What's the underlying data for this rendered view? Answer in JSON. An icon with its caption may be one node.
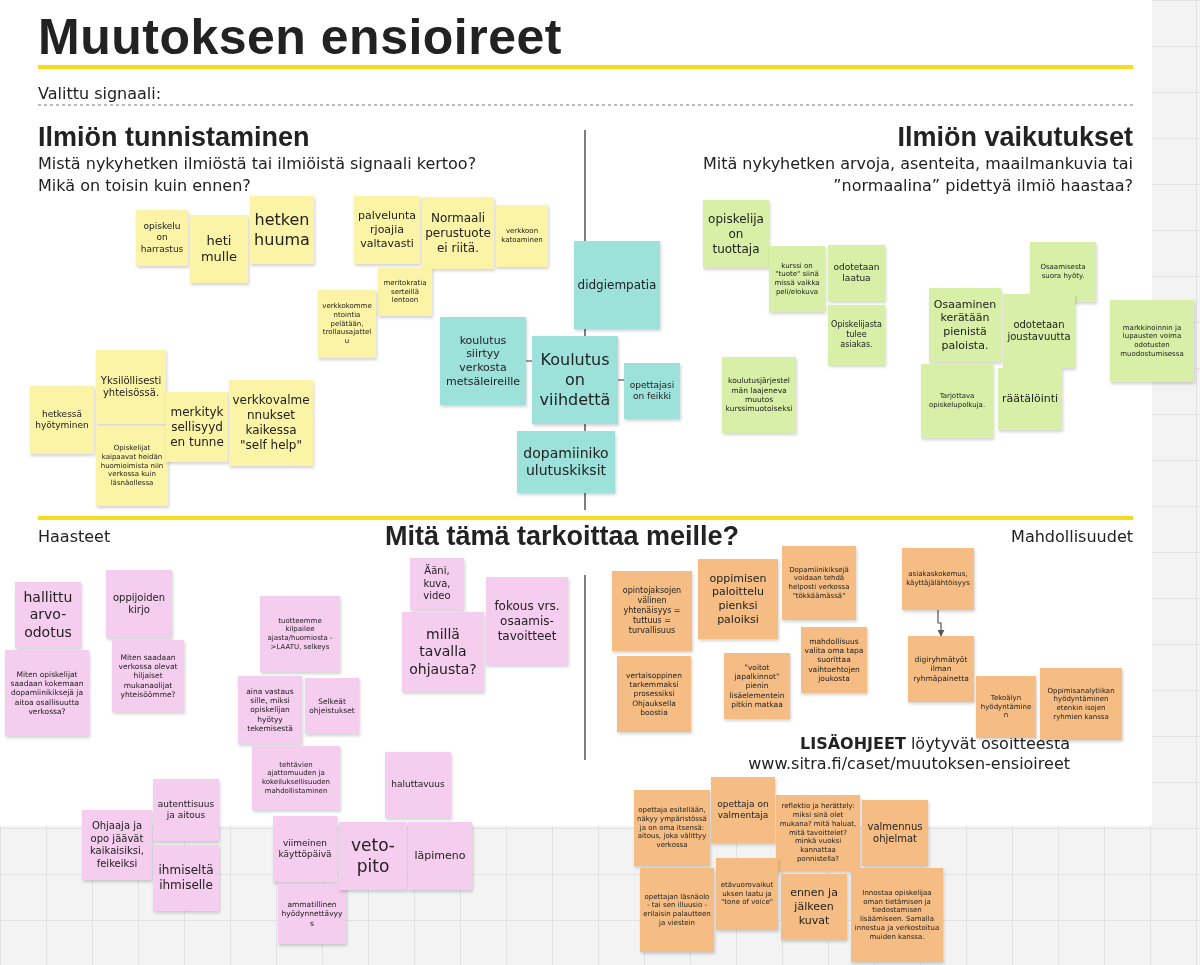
{
  "diagram": {
    "title": "Muutoksen ensioireet",
    "nodes": [
      {
        "text": [
          "opiskelu on harrastus"
        ]
      },
      {
        "text": [
          "heti mulle"
        ]
      },
      {
        "text": [
          "hetken huuma"
        ]
      },
      {
        "text": [
          "palveluntarjoajia valtavasti"
        ]
      },
      {
        "text": [
          "Normaali perustuote ei riitä."
        ]
      },
      {
        "text": [
          "verkkoon katoaminen"
        ]
      },
      {
        "text": [
          "meritokratia serteillä lentoon"
        ]
      },
      {
        "text": [
          "verkkokommentointia pelätään, trollausajattelu"
        ]
      },
      {
        "text": [
          "hetkessä hyötyminen"
        ]
      },
      {
        "text": [
          "Yksilöllisesti yhteisössä."
        ]
      },
      {
        "text": [
          "Opiskelijat kaipaavat heidän huomioimista niin verkossa kuin läsnäollessa"
        ]
      },
      {
        "text": [
          "merkityksellisyyden tunne"
        ]
      },
      {
        "text": [
          "verkkovalmennukset kaikessa \"self help\""
        ]
      },
      {
        "text": [
          "didgiempatia"
        ]
      },
      {
        "text": [
          "koulutus siirtyy verkosta metsäleireille"
        ]
      },
      {
        "text": [
          "Koulutus on viihdettä"
        ]
      },
      {
        "text": [
          "opettajasi on feikki"
        ]
      },
      {
        "text": [
          "dopamiinikoulutuskiksit"
        ]
      },
      {
        "text": [
          "opiskelija on tuottaja"
        ]
      },
      {
        "text": [
          "kurssi on \"tuote\" siinä missä vaikka peli/elokuva"
        ]
      },
      {
        "text": [
          "odotetaan laatua"
        ]
      },
      {
        "text": [
          "Opiskelijasta tulee asiakas."
        ]
      },
      {
        "text": [
          "koulutusjärjestelmän laajeneva muutos kurssimuotoiseksi"
        ]
      },
      {
        "text": [
          "Osaamisesta suora hyöty."
        ]
      },
      {
        "text": [
          "Osaaminen kerätään pienistä paloista."
        ]
      },
      {
        "text": [
          "odotetaan joustavuutta"
        ]
      },
      {
        "text": [
          "Tarjottava opiskelupolkuja."
        ]
      },
      {
        "text": [
          "räätälöinti"
        ]
      },
      {
        "text": [
          "markkinoinnin ja lupausten voima odotusten muodostumisessa"
        ]
      },
      {
        "text": [
          "hallittu arvo-odotus"
        ]
      },
      {
        "text": [
          "Miten opiskelijat saadaan kokemaan dopamiinikiksejä ja aitoa osallisuutta verkossa?"
        ]
      },
      {
        "text": [
          "oppijoiden kirjo"
        ]
      },
      {
        "text": [
          "Miten saadaan verkossa olevat hiljaiset mukanaolijat yhteisöömme?"
        ]
      },
      {
        "text": [
          "tuotteemme kilpailee ajasta/huomiosta ->LAATU, selkeys"
        ]
      },
      {
        "text": [
          "aina vastaus sille, miksi opiskelijan hyötyy tekemisestä"
        ]
      },
      {
        "text": [
          "Selkeät ohjeistukset"
        ]
      },
      {
        "text": [
          "Ääni, kuva, video"
        ]
      },
      {
        "text": [
          "millä tavalla ohjausta?"
        ]
      },
      {
        "text": [
          "fokous vrs. osaamis-tavoitteet"
        ]
      },
      {
        "text": [
          "Ohjaaja ja opo jäävät kaikaisiksi, feikeiksi"
        ]
      },
      {
        "text": [
          "autenttisuus ja aitous"
        ]
      },
      {
        "text": [
          "ihmiseltä ihmiselle"
        ]
      },
      {
        "text": [
          "tehtävien ajattomuuden ja kokeiluksellisuuden mahdollistaminen"
        ]
      },
      {
        "text": [
          "viimeinen käyttöpäivä"
        ]
      },
      {
        "text": [
          "ammatillinen hyödynnettävyys"
        ]
      },
      {
        "text": [
          "veto-pito"
        ]
      },
      {
        "text": [
          "haluttavuus"
        ]
      },
      {
        "text": [
          "läpimeno"
        ]
      },
      {
        "text": [
          "opintojaksojen välinen yhtenäisyys = tuttuus = turvallisuus"
        ]
      },
      {
        "text": [
          "oppimisen paloittelu pienksi paloiksi"
        ]
      },
      {
        "text": [
          "Dopamiinikiksejä voidaan tehdä helposti verkossa \"tökkäämässä\""
        ]
      },
      {
        "text": [
          "vertaisoppinen tarkemmaksi prosessiksi Ohjauksella boostia"
        ]
      },
      {
        "text": [
          "\"voitot japalkinnot\" pienin lisäelementein pitkin matkaa"
        ]
      },
      {
        "text": [
          "mahdollisuus valita oma tapa suorittaa vaihtoehtojen joukosta"
        ]
      },
      {
        "text": [
          "asiakaskokemus, käyttäjälähtöisyys"
        ]
      },
      {
        "text": [
          "digiryhmätyöt ilman ryhmäpainetta"
        ]
      },
      {
        "text": [
          "Tekoälyn hyödyntäminen"
        ]
      },
      {
        "text": [
          "Oppimisanalytiikan hyödyntäminen etenkin isojen ryhmien kanssa"
        ]
      },
      {
        "text": [
          "opettaja esitellään, näkyy ympäristössä ja on oma itsensä: aitous, joka välittyy verkossa"
        ]
      },
      {
        "text": [
          "opettaja on valmentaja"
        ]
      },
      {
        "text": [
          "reflektio ja herättely: miksi sinä olet mukana? mitä haluat, mitä tavoittelet? minkä vuoksi kannattaa ponnistella?"
        ]
      },
      {
        "text": [
          "valmennusohjelmat"
        ]
      },
      {
        "text": [
          "opettajan läsnäolo - tai sen illuusio - erilaisin palautteen ja viestein"
        ]
      },
      {
        "text": [
          "etävuorovaikutuksen laatu ja \"tone of voice\""
        ]
      },
      {
        "text": [
          "ennen ja jälkeen kuvat"
        ]
      },
      {
        "text": [
          "Innostaa opiskelijaa oman tietämisen ja tiedostamisen lisäämiseen. Samalla innostua ja verkostoitua muiden kanssa."
        ]
      }
    ],
    "edges": [
      {
        "from": 14,
        "to": 15,
        "arrow": "none"
      },
      {
        "from": 15,
        "to": 16,
        "arrow": "none"
      },
      {
        "from": 54,
        "to": 55,
        "arrow": "to"
      }
    ],
    "labels": [
      "Valittu signaali:",
      "Ilmiön tunnistaminen",
      "Mistä nykyhetken ilmiöstä tai ilmiöistä signaali kertoo? Mikä on toisin kuin ennen?",
      "Ilmiön vaikutukset",
      "Mitä nykyhetken arvoja, asenteita, maailmankuvia tai ”normaalina” pidettyä ilmiö haastaa?",
      "Haasteet",
      "Mitä tämä tarkoittaa meille?",
      "Mahdollisuudet",
      "**LISÄOHJEET** löytyvät osoitteesta",
      "www.sitra.fi/caset/muutoksen-ensioireet"
    ]
  }
}
